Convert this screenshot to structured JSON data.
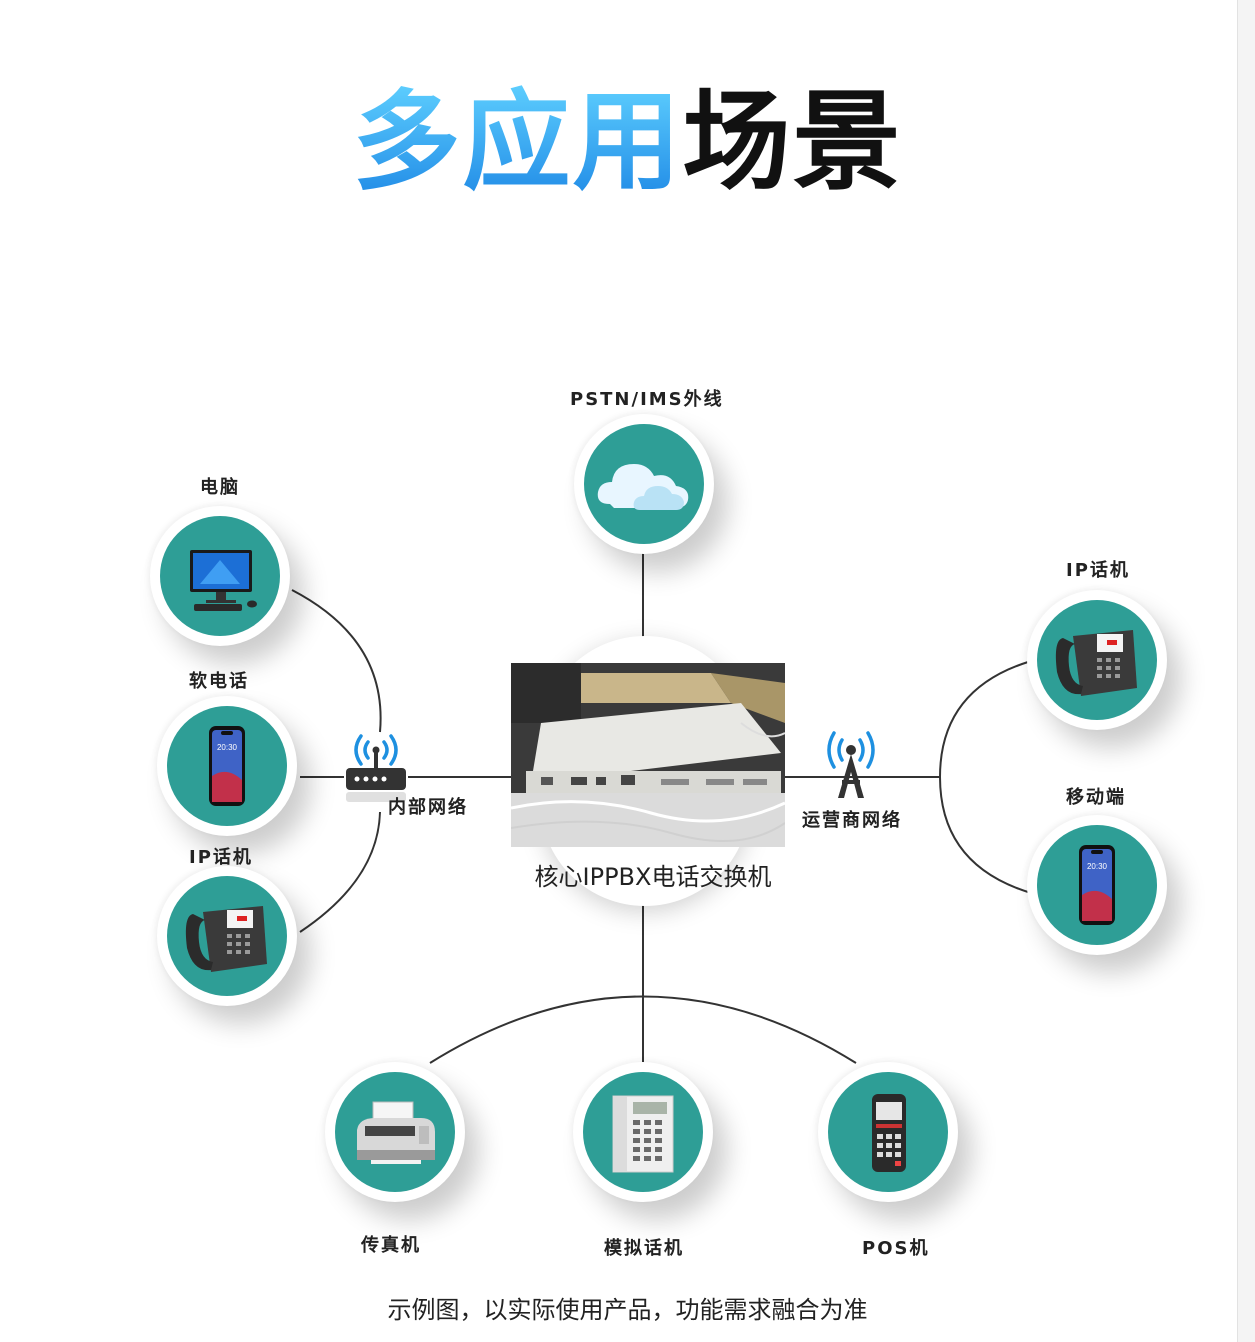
{
  "title": {
    "blue": "多应用",
    "black": "场景"
  },
  "center": {
    "label": "核心IPPBX电话交换机"
  },
  "hubs": {
    "internal": "内部网络",
    "operator": "运营商网络"
  },
  "nodes": {
    "pstn": "PSTN/IMS外线",
    "pc": "电脑",
    "softphone": "软电话",
    "ip_phone_left": "IP话机",
    "ip_phone_right": "IP话机",
    "mobile": "移动端",
    "fax": "传真机",
    "analog_phone": "模拟话机",
    "pos": "POS机"
  },
  "phone_screen_time": "20:30",
  "caption": "示例图，以实际使用产品，功能需求融合为准",
  "colors": {
    "teal": "#2e9e96",
    "title_blue": "#2aa6e8",
    "line": "#333333",
    "wifi_blue": "#1e90e0"
  }
}
